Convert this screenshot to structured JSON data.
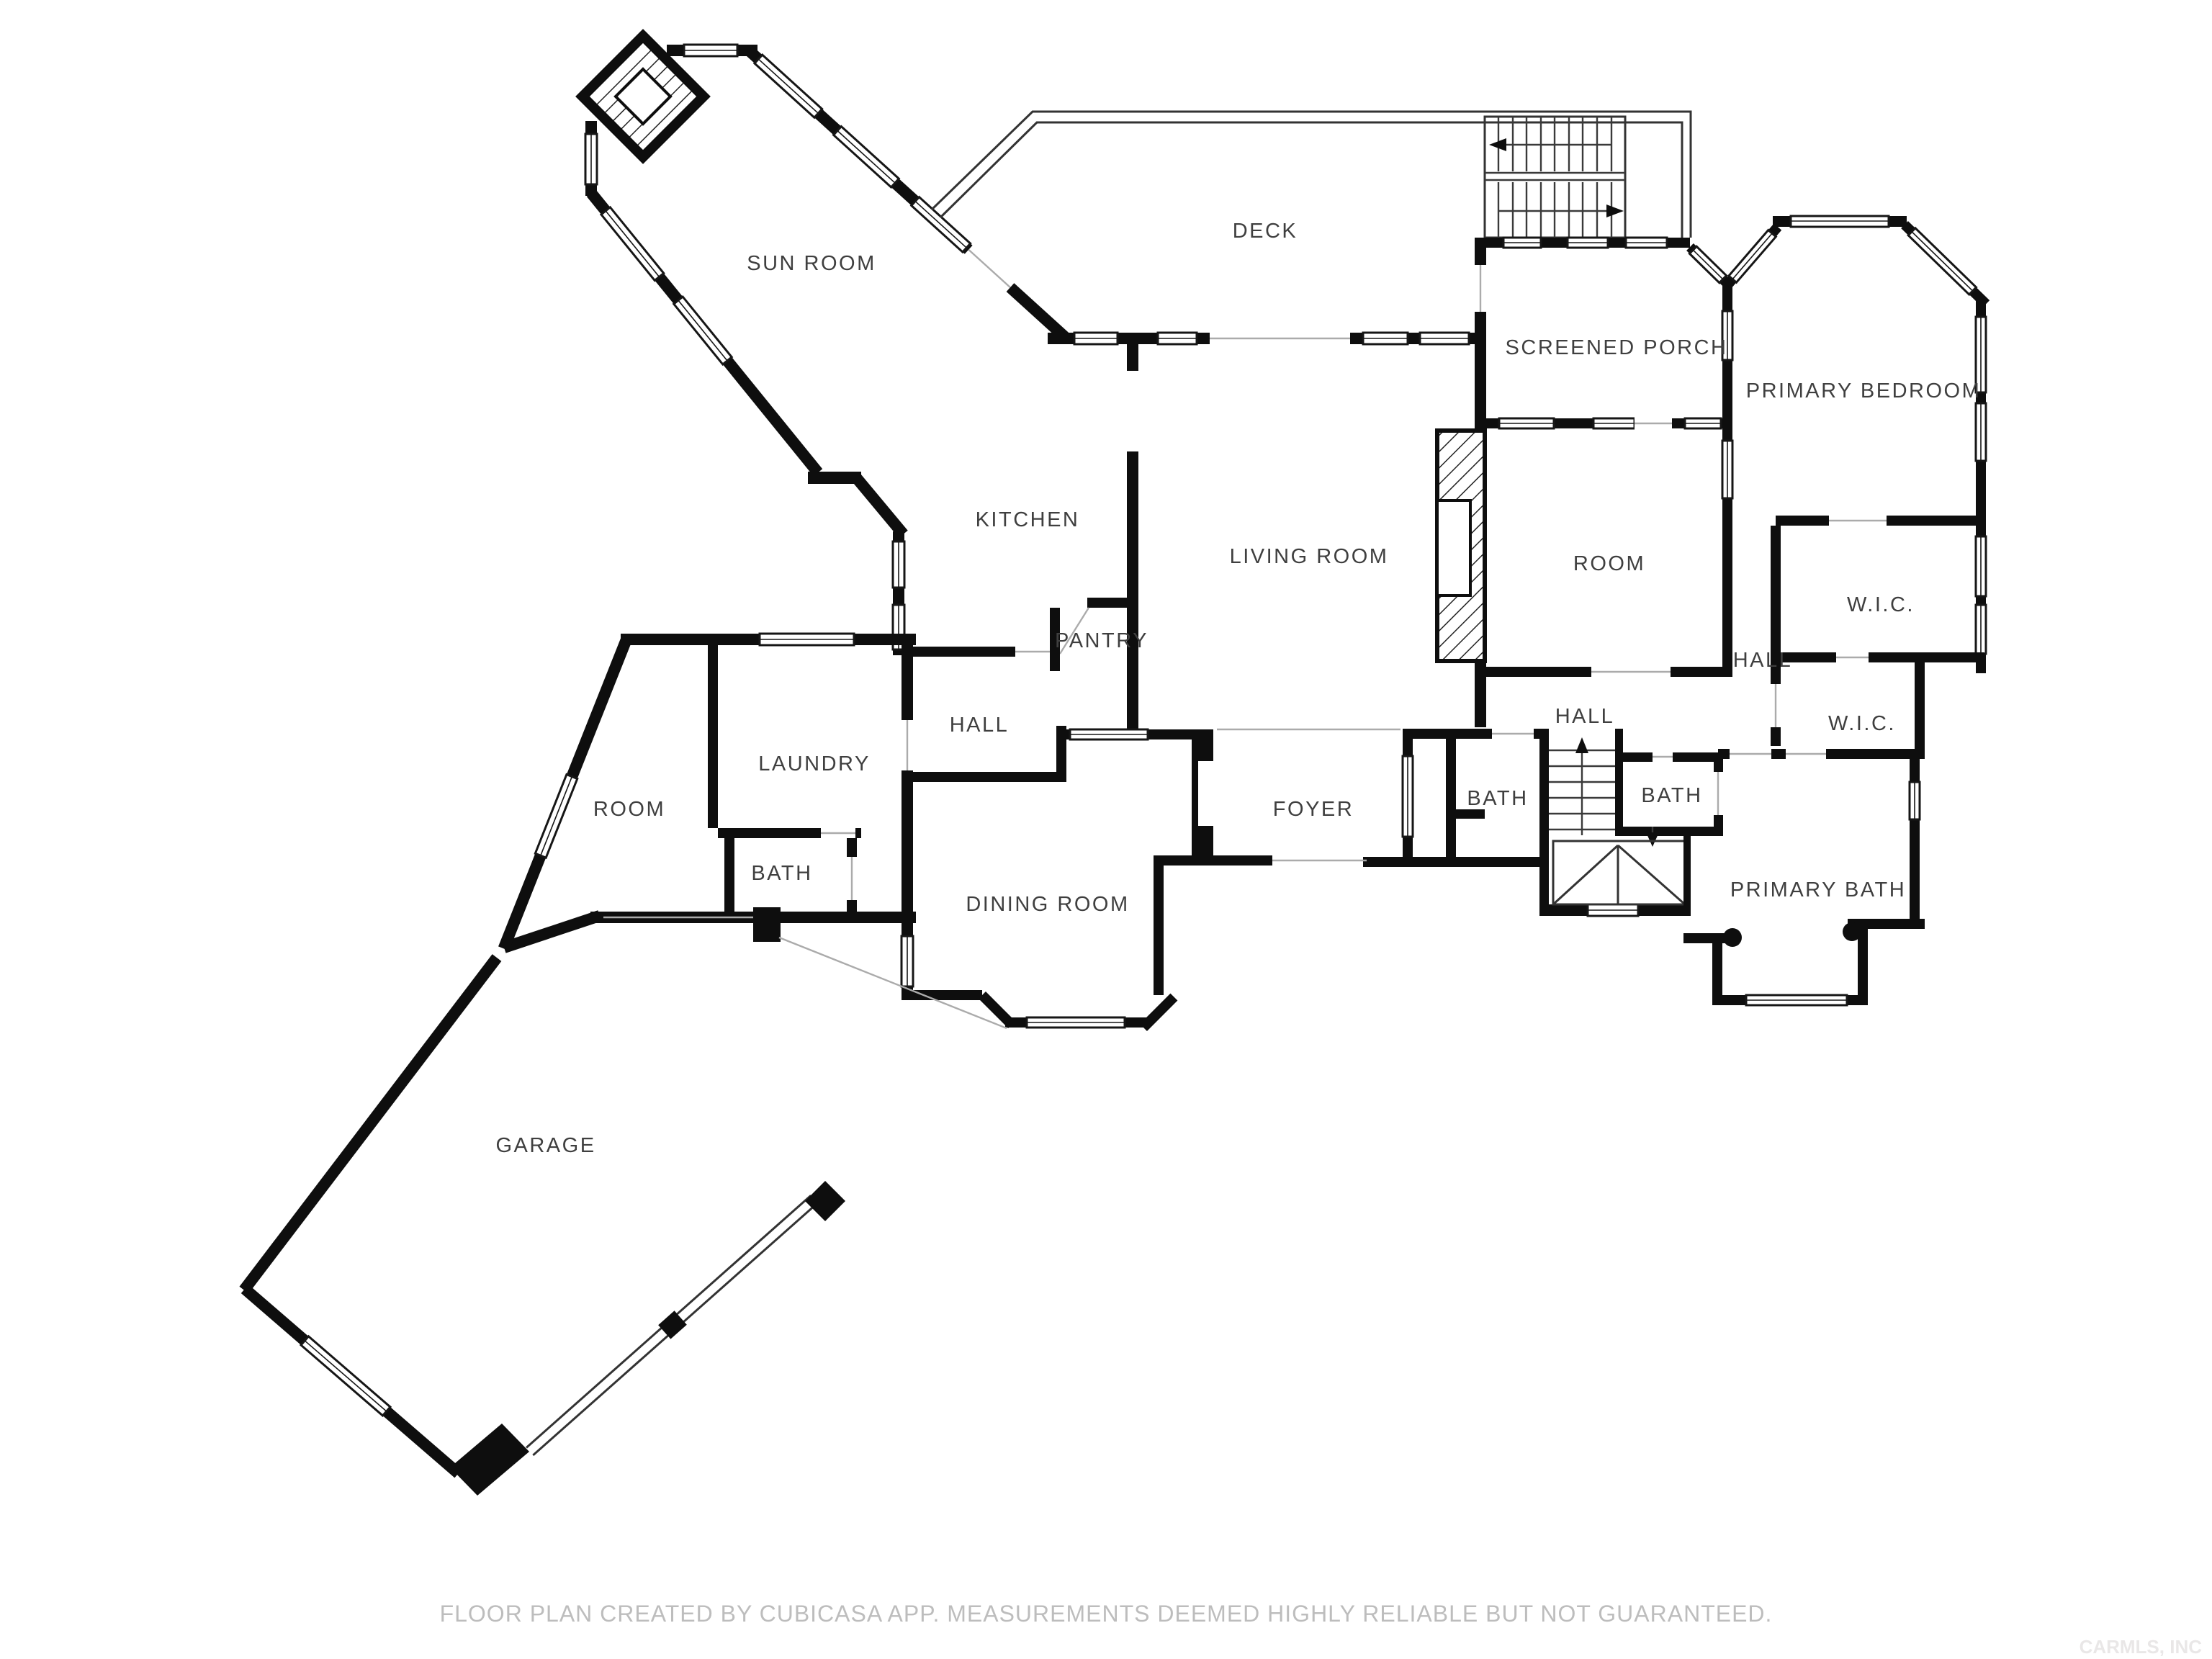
{
  "colors": {
    "background": "#ffffff",
    "wall": "#0e0e0e",
    "label": "#3f3f3f",
    "footer_text": "#bdbdbd",
    "watermark_text": "#e9e7e7"
  },
  "rooms": {
    "sun_room": "SUN ROOM",
    "deck": "DECK",
    "screened_porch": "SCREENED PORCH",
    "primary_bedroom": "PRIMARY BEDROOM",
    "kitchen": "KITCHEN",
    "living_room": "LIVING ROOM",
    "room_right": "ROOM",
    "pantry": "PANTRY",
    "hall_right": "HALL",
    "wic_upper": "W.I.C.",
    "hall_mid": "HALL",
    "hall_center": "HALL",
    "wic_lower": "W.I.C.",
    "laundry": "LAUNDRY",
    "room_left": "ROOM",
    "bath_left": "BATH",
    "foyer": "FOYER",
    "bath_mid_left": "BATH",
    "bath_mid_right": "BATH",
    "primary_bath": "PRIMARY BATH",
    "dining_room": "DINING ROOM",
    "garage": "GARAGE"
  },
  "footer": {
    "disclaimer": "FLOOR PLAN CREATED BY CUBICASA APP. MEASUREMENTS DEEMED HIGHLY RELIABLE BUT NOT GUARANTEED."
  },
  "watermark": "CARMLS, INC"
}
